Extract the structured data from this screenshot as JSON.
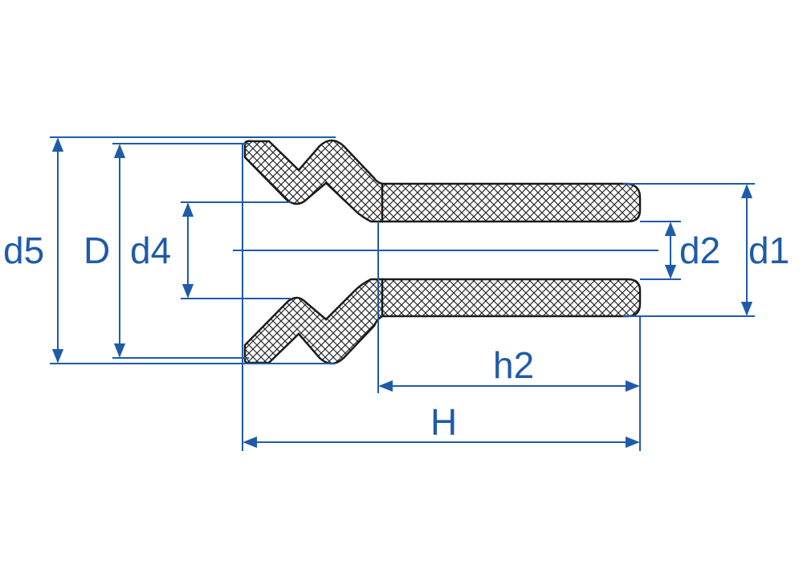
{
  "colors": {
    "dimension": "#1f5ba8",
    "outline": "#1a1a1a",
    "hatch": "#2b2b2b",
    "background": "#ffffff"
  },
  "labels": {
    "d5": "d5",
    "D": "D",
    "d4": "d4",
    "d2": "d2",
    "d1": "d1",
    "h2": "h2",
    "H": "H"
  }
}
